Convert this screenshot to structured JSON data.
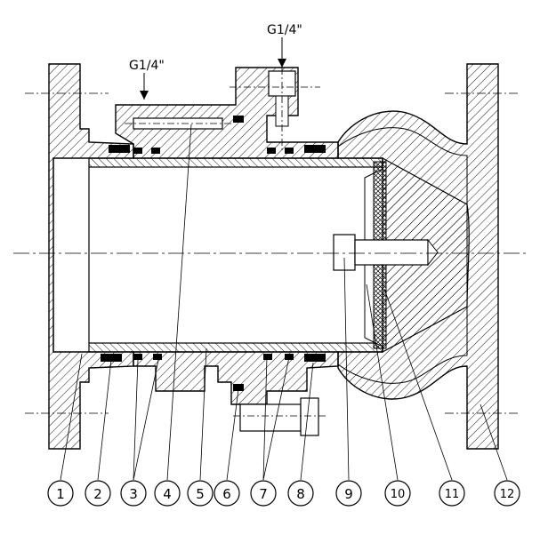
{
  "port_labels": {
    "top": "G1/4\"",
    "left": "G1/4\""
  },
  "callouts": [
    "1",
    "2",
    "3",
    "4",
    "5",
    "6",
    "7",
    "8",
    "9",
    "10",
    "11",
    "12"
  ]
}
